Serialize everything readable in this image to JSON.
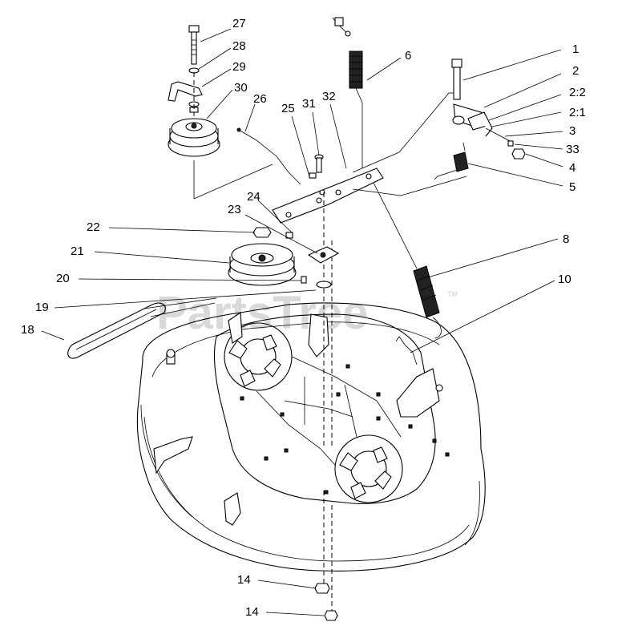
{
  "watermark": "PartsTree",
  "trademark": "TM",
  "callouts": [
    {
      "id": "27",
      "text": "27"
    },
    {
      "id": "28",
      "text": "28"
    },
    {
      "id": "29",
      "text": "29"
    },
    {
      "id": "30",
      "text": "30"
    },
    {
      "id": "26",
      "text": "26"
    },
    {
      "id": "25",
      "text": "25"
    },
    {
      "id": "31",
      "text": "31"
    },
    {
      "id": "32",
      "text": "32"
    },
    {
      "id": "6",
      "text": "6"
    },
    {
      "id": "1",
      "text": "1"
    },
    {
      "id": "2",
      "text": "2"
    },
    {
      "id": "2-2",
      "text": "2:2"
    },
    {
      "id": "2-1",
      "text": "2:1"
    },
    {
      "id": "3",
      "text": "3"
    },
    {
      "id": "33",
      "text": "33"
    },
    {
      "id": "4",
      "text": "4"
    },
    {
      "id": "5",
      "text": "5"
    },
    {
      "id": "24",
      "text": "24"
    },
    {
      "id": "23",
      "text": "23"
    },
    {
      "id": "22",
      "text": "22"
    },
    {
      "id": "21",
      "text": "21"
    },
    {
      "id": "8",
      "text": "8"
    },
    {
      "id": "20",
      "text": "20"
    },
    {
      "id": "10",
      "text": "10"
    },
    {
      "id": "19",
      "text": "19"
    },
    {
      "id": "18",
      "text": "18"
    },
    {
      "id": "14a",
      "text": "14"
    },
    {
      "id": "14b",
      "text": "14"
    }
  ]
}
